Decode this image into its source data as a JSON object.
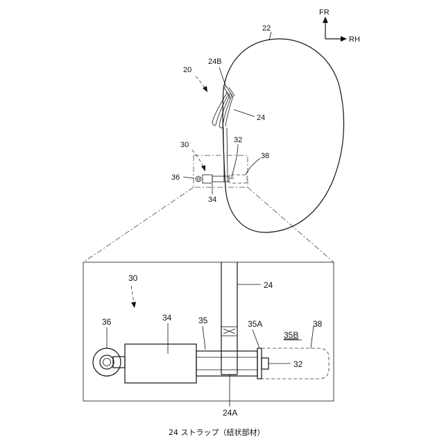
{
  "direction": {
    "forward": "FR",
    "right": "RH"
  },
  "labels": {
    "airbag": "22",
    "device_top": "20",
    "strap_top": "24",
    "strap_end_top": "24B",
    "unit_top": "30",
    "pin_top": "32",
    "cover_top": "38",
    "anchor_top": "36",
    "actuator_top": "34",
    "unit_detail": "30",
    "strap_detail": "24",
    "anchor_detail": "36",
    "actuator_detail": "34",
    "rod_detail": "35",
    "rod_end_a": "35A",
    "rod_end_b": "35B",
    "cover_detail": "38",
    "pin_detail": "32",
    "strap_end_a": "24A"
  },
  "caption": "24  ストラップ（紐状部材）"
}
